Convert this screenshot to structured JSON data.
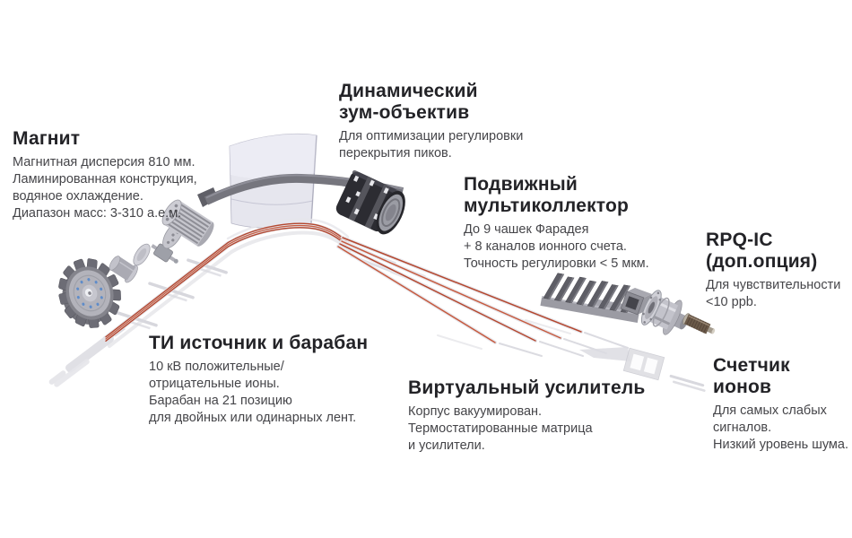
{
  "page": {
    "background": "#ffffff"
  },
  "colors": {
    "heading_text": "#232327",
    "body_text": "#454549",
    "beam_red": "#b4472f",
    "beam_red_light": "#c65a3f",
    "flight_tube_gray": "#76767e",
    "magnet_fill": "#d5d5e2",
    "ghost_gray": "#dcdce2",
    "dark_cylinder": "#2c2c32",
    "sample_dot_blue": "#5f8cc9",
    "screw_brown": "#6b5a49"
  },
  "labels": {
    "magnet": {
      "title": "Магнит",
      "lines": [
        "Магнитная дисперсия 810 мм.",
        "Ламинированная конструкция,",
        "водяное охлаждение.",
        "Диапазон масс: 3-310 а.е.м."
      ]
    },
    "zoom_lens": {
      "title": "Динамический\nзум-объектив",
      "lines": [
        "Для оптимизации регулировки",
        "перекрытия пиков."
      ]
    },
    "multicollector": {
      "title": "Подвижный\nмультиколлектор",
      "lines": [
        "До 9 чашек Фарадея",
        "+ 8 каналов ионного счета.",
        "Точность регулировки < 5 мкм."
      ]
    },
    "rpq": {
      "title": "RPQ-IC\n(доп.опция)",
      "lines": [
        "Для чувствительности",
        "<10 ppb."
      ]
    },
    "source": {
      "title": "ТИ источник и барабан",
      "lines": [
        "10 кВ положительные/",
        "отрицательные ионы.",
        "Барабан на 21 позицию",
        "для двойных или одинарных лент."
      ]
    },
    "amplifier": {
      "title": "Виртуальный усилитель",
      "lines": [
        "Корпус вакуумирован.",
        "Термостатированные матрица",
        "и усилители."
      ]
    },
    "ion_counter": {
      "title": "Счетчик ионов",
      "lines": [
        "Для самых слабых",
        "сигналов.",
        "Низкий уровень шума."
      ]
    }
  },
  "diagram": {
    "parts": [
      "magnet-block",
      "flight-tube-band",
      "zoom-lens-cylinder",
      "ion-source-cage",
      "lens-stack",
      "sample-drum",
      "ion-beam",
      "multicollector-fins",
      "rpq-cylinder",
      "ion-counter-screw",
      "amplifier-ghost-parts"
    ]
  }
}
